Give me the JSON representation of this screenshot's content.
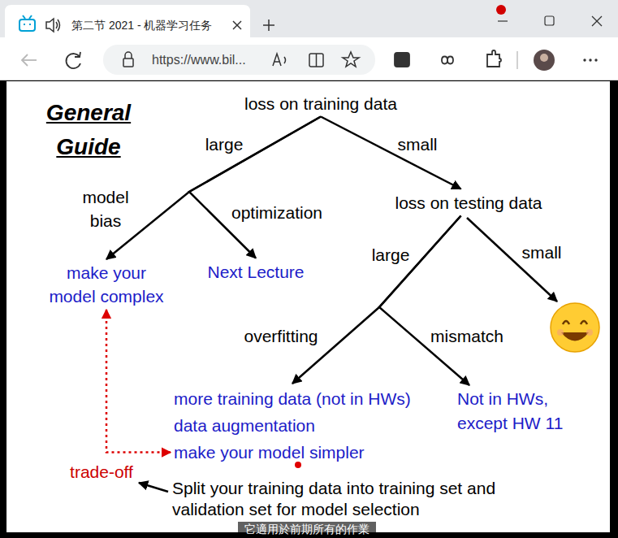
{
  "diagram": {
    "title": "General Guide",
    "nodes": [
      {
        "text": [
          "loss on training data"
        ]
      },
      {
        "text": [
          "loss on testing data"
        ]
      },
      {
        "text": [
          "make your model complex"
        ]
      },
      {
        "text": [
          "Next Lecture"
        ]
      },
      {
        "text": [
          "more training data (not in HWs)",
          "data augmentation",
          "make your model simpler"
        ]
      },
      {
        "text": [
          "Not in HWs, except HW 11"
        ]
      }
    ],
    "edges": [
      {
        "from": 0,
        "to": 2,
        "label": "model bias",
        "arrow": "to"
      },
      {
        "from": 0,
        "to": 3,
        "label": "optimization",
        "arrow": "to"
      },
      {
        "from": 0,
        "to": 1,
        "label": "small",
        "arrow": "to"
      },
      {
        "from": 1,
        "to": 4,
        "label": "overfitting",
        "arrow": "to"
      },
      {
        "from": 1,
        "to": 5,
        "label": "mismatch",
        "arrow": "to"
      },
      {
        "from": 2,
        "to": 4,
        "arrow": "both"
      }
    ],
    "labels": [
      "第二节 2021 - 机器学习任务",
      "https://www.bil...",
      "large",
      "large",
      "small",
      "trade-off",
      "Split your training data into training set and validation set for model selection",
      "它適用於前期所有的作業"
    ]
  }
}
